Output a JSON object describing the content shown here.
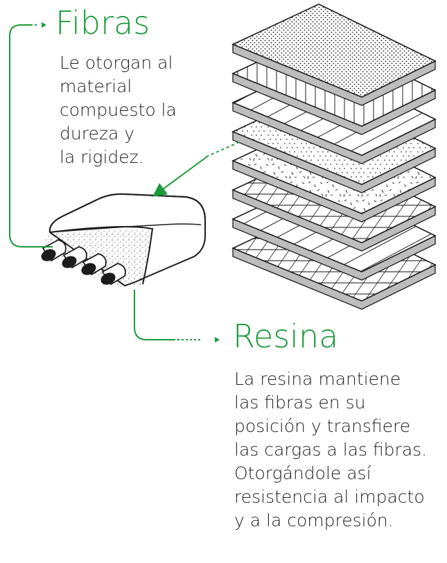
{
  "colors": {
    "accent": "#1a9a3a",
    "ink": "#1c1c1c",
    "shadow": "#bdbdbd",
    "text": "#222222"
  },
  "fibers": {
    "title": "Fibras",
    "description": [
      "Le otorgan al",
      "material",
      "compuesto la",
      "dureza y",
      "la rigidez."
    ]
  },
  "resin": {
    "title": "Resina",
    "description": [
      "La resina mantiene",
      "las fibras en su",
      "posición y transfiere",
      "las cargas a las fibras.",
      "Otorgándole así",
      "resistencia al impacto",
      "y a la compresión."
    ]
  },
  "layers": [
    "dots",
    "vertical-lines",
    "diagonal-lines",
    "dashes",
    "random-strokes",
    "grid",
    "diagonal-lines",
    "grid"
  ]
}
